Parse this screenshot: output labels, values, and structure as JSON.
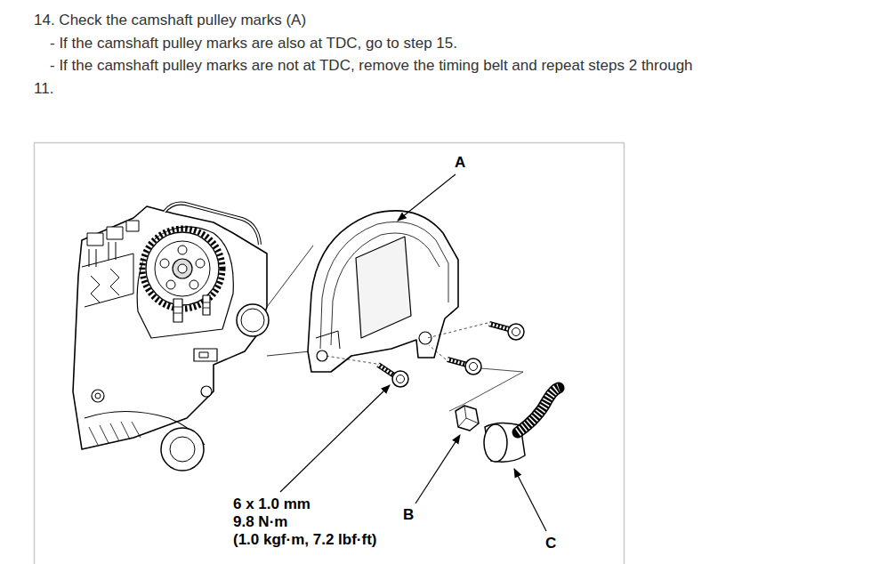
{
  "diagram": {
    "labels": [
      "14. Check the camshaft pulley marks (A)",
      "- If the camshaft pulley marks are also at TDC, go to step 15.",
      "- If the camshaft pulley marks are not at TDC, remove the timing belt and repeat steps 2 through 11.",
      "A",
      "6 x 1.0 mm",
      "9.8 N·m",
      "(1.0 kgf·m, 7.2 lbf·ft)",
      "B",
      "C"
    ]
  }
}
